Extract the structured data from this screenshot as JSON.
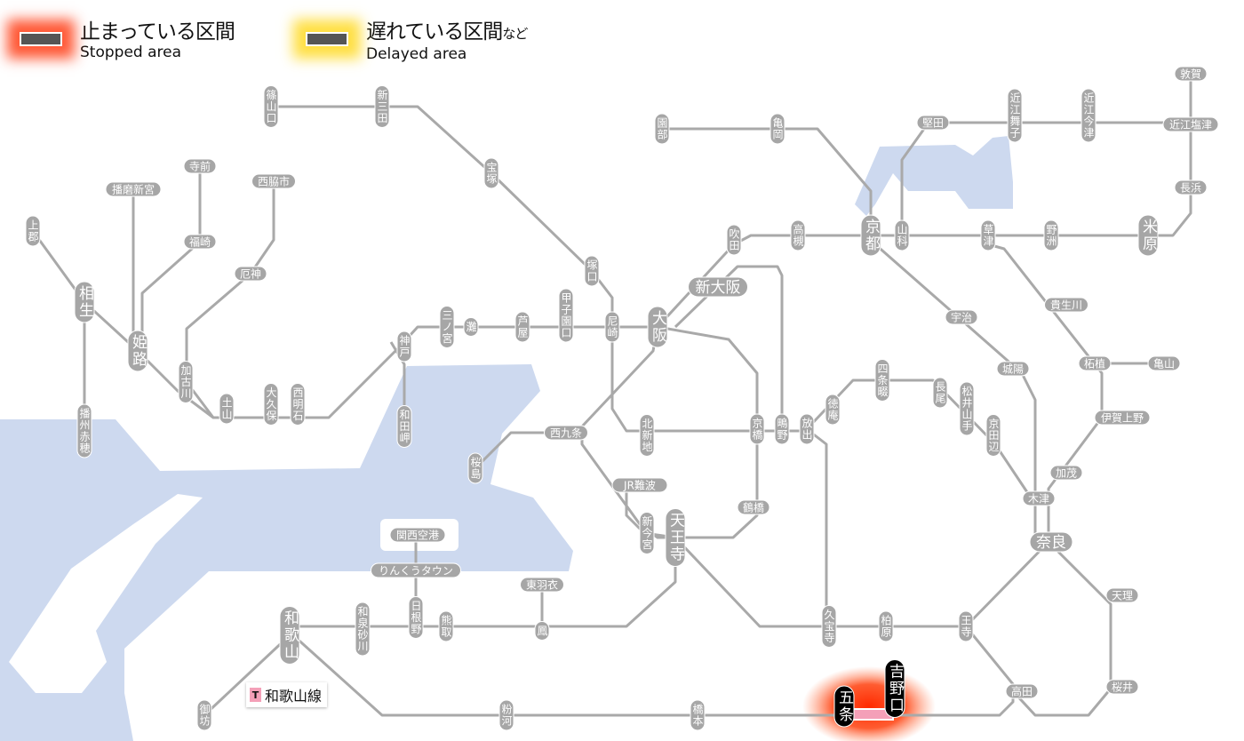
{
  "legend": {
    "stopped": {
      "jp": "止まっている区間",
      "en": "Stopped area"
    },
    "delayed": {
      "jp": "遅れている区間",
      "jp_suffix": "など",
      "en": "Delayed area"
    }
  },
  "line_label": {
    "badge": "T",
    "name": "和歌山線"
  },
  "colors": {
    "water": "#cdd9ef",
    "line": "#a9a9a9",
    "station": "#a6a6a6",
    "stopped": "#ff3c14",
    "delayed": "#ffd714",
    "stopped_segment": "#f4a0b8"
  },
  "stopped_sections": [
    {
      "from": "五条",
      "to": "吉野口"
    }
  ],
  "stations": {
    "sasayamaguchi": "篠山口",
    "shinsanda": "新三田",
    "takarazuka": "宝塚",
    "tsukaguchi": "塚口",
    "amagasaki": "尼崎",
    "osaka": "大阪",
    "shinosaka": "新大阪",
    "suita": "吹田",
    "takatsuki": "高槻",
    "kyoto": "京都",
    "yamashina": "山科",
    "sonobe": "園部",
    "kameoka": "亀岡",
    "katata": "堅田",
    "omimaiko": "近江舞子",
    "omiimazu": "近江今津",
    "omishiotsu": "近江塩津",
    "tsuruga": "敦賀",
    "nagahama": "長浜",
    "maibara": "米原",
    "yasu": "野洲",
    "kusatsu": "草津",
    "uji": "宇治",
    "kibukawa": "貴生川",
    "joyo": "城陽",
    "tsuge": "柘植",
    "kameyama": "亀山",
    "igaueno": "伊賀上野",
    "kamo": "加茂",
    "kizu": "木津",
    "nara": "奈良",
    "tenri": "天理",
    "sakurai": "桜井",
    "takada": "高田",
    "oji": "王寺",
    "kashiwara": "柏原",
    "kyuhoji": "久宝寺",
    "tennoji": "天王寺",
    "shinimamiya": "新今宮",
    "jrnamba": "JR難波",
    "tsuruhashi": "鶴橋",
    "kyobashi": "京橋",
    "shigino": "鴫野",
    "hanaten": "放出",
    "tokuan": "徳庵",
    "shijonawate": "四条畷",
    "nagao": "長尾",
    "matsuiyamate": "松井山手",
    "kyotanabe": "京田辺",
    "kitashinchi": "北新地",
    "nishikujo": "西九条",
    "sakurajima": "桜島",
    "koshienguchi": "甲子園口",
    "ashiya": "芦屋",
    "nada": "灘",
    "sannomiya": "三ノ宮",
    "kobe": "神戸",
    "wadamisaki": "和田岬",
    "nishiakashi": "西明石",
    "okubo": "大久保",
    "tsuchiyama": "土山",
    "kakogawa": "加古川",
    "himeji": "姫路",
    "aioi": "相生",
    "kamigori": "上郡",
    "banshuako": "播州赤穂",
    "harimashingu": "播磨新宮",
    "teramae": "寺前",
    "fukusaki": "福崎",
    "nishiwakishi": "西脇市",
    "yakujin": "厄神",
    "kansaiairport": "関西空港",
    "rinkutown": "りんくうタウン",
    "hineno": "日根野",
    "kumatori": "熊取",
    "izumisunagawa": "和泉砂川",
    "wakayama": "和歌山",
    "gobo": "御坊",
    "kokawa": "粉河",
    "hashimoto": "橋本",
    "gojo": "五条",
    "yoshinoguchi": "吉野口",
    "higashihagoromo": "東羽衣",
    "otori": "鳳"
  }
}
